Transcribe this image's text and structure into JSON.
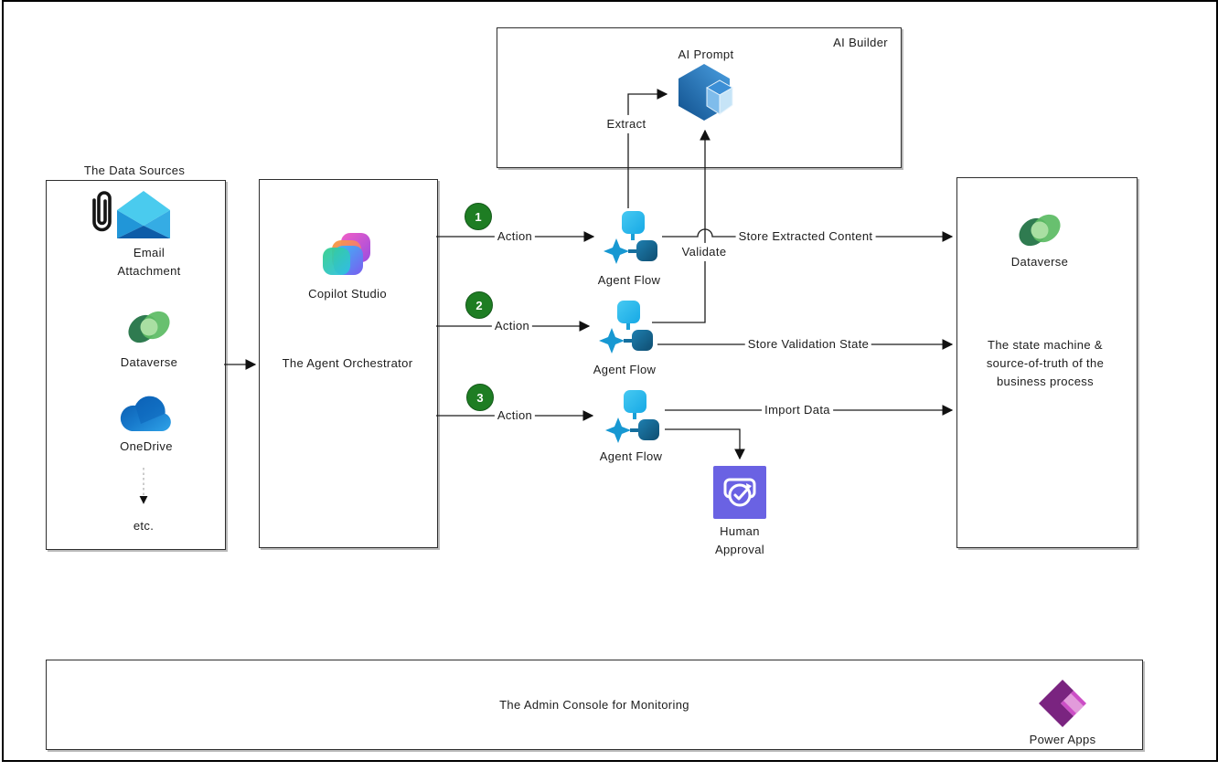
{
  "data_sources": {
    "title": "The Data Sources",
    "items": {
      "email": "Email Attachment",
      "dataverse": "Dataverse",
      "onedrive": "OneDrive",
      "etc": "etc."
    }
  },
  "orchestrator": {
    "app_name": "Copilot Studio",
    "role": "The Agent Orchestrator"
  },
  "ai_builder": {
    "box_label": "AI Builder",
    "node_label": "AI Prompt",
    "extract_label": "Extract",
    "validate_label": "Validate"
  },
  "flows": [
    {
      "step": "1",
      "action_label": "Action",
      "node_label": "Agent Flow",
      "edge_label": "Store Extracted Content"
    },
    {
      "step": "2",
      "action_label": "Action",
      "node_label": "Agent Flow",
      "edge_label": "Store Validation State"
    },
    {
      "step": "3",
      "action_label": "Action",
      "node_label": "Agent Flow",
      "edge_label": "Import Data"
    }
  ],
  "human_approval": {
    "label": "Human Approval"
  },
  "state_store": {
    "app_name": "Dataverse",
    "description": "The state machine & source-of-truth of the business process"
  },
  "admin_console": {
    "title": "The Admin Console for Monitoring",
    "app_name": "Power Apps"
  },
  "colors": {
    "step_badge_green": "#1E7D23",
    "approval_tile_purple": "#6A62E3",
    "flow_light_blue": "#35BDF2",
    "flow_dark_blue": "#145E86",
    "powerapps_dark_purple": "#7A2480",
    "powerapps_pink": "#CC4EC6"
  }
}
